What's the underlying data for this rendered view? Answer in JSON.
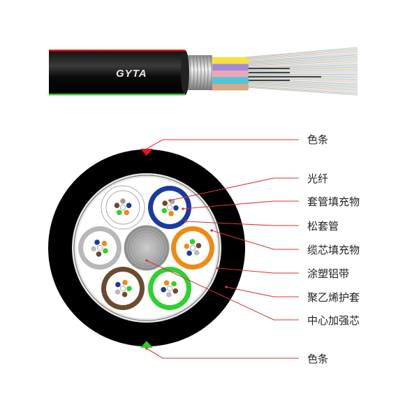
{
  "cable_print": "GYTA",
  "labels": {
    "color_stripe_top": "色条",
    "optical_fiber": "光纤",
    "tube_filler": "套管填充物",
    "loose_tube": "松套管",
    "core_filler": "缆芯填充物",
    "coated_aluminum_tape": "涂塑铝带",
    "pe_sheath": "聚乙烯护套",
    "central_strength_member": "中心加强芯",
    "color_stripe_bottom": "色条"
  },
  "colors": {
    "leader": "#d9343a",
    "stripe_top": "#e8141c",
    "stripe_bottom": "#2ecc2e",
    "sheath": "#000000",
    "tubes": [
      "#ffffff",
      "#1a3aa0",
      "#b8b8b8",
      "#ef8a17",
      "#6b4a2e",
      "#2fd12f"
    ]
  }
}
